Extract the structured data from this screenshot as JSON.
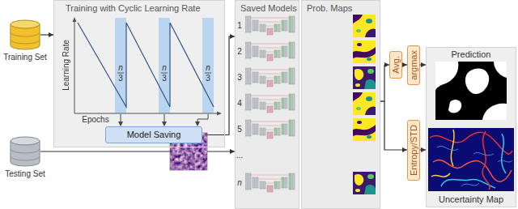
{
  "diagram": {
    "nodes": [
      {
        "text": [
          "Training Set"
        ]
      },
      {
        "text": [
          "Testing Set"
        ]
      },
      {
        "text": [
          "Training with Cyclic Learning Rate"
        ]
      },
      {
        "text": [
          "Model Saving"
        ],
        "in": 2
      },
      {
        "text": [
          "Saved Models"
        ]
      },
      {
        "text": [
          "Prob. Maps"
        ]
      },
      {
        "text": [
          "Avg."
        ]
      },
      {
        "text": [
          "argmax"
        ]
      },
      {
        "text": [
          "Entropy/STD"
        ]
      },
      {
        "text": [
          "Prediction",
          "Uncertainty Map"
        ]
      }
    ],
    "edges": [
      {
        "from": 0,
        "to": 2,
        "arrow": "to"
      },
      {
        "from": 3,
        "to": 4,
        "arrow": "to"
      },
      {
        "from": 1,
        "to": 4,
        "arrow": "to"
      },
      {
        "from": 5,
        "to": 6,
        "arrow": "to"
      },
      {
        "from": 5,
        "to": 8,
        "arrow": "to"
      },
      {
        "from": 6,
        "to": 7,
        "arrow": "to"
      },
      {
        "from": 7,
        "to": 9,
        "arrow": "to"
      },
      {
        "from": 8,
        "to": 9,
        "arrow": "to"
      }
    ],
    "labels": [
      "Learning Rate",
      "Epochs",
      "n",
      "3",
      "n",
      "3",
      "n",
      "3",
      "1",
      "2",
      "3",
      "4",
      "5",
      "...",
      "n"
    ]
  }
}
